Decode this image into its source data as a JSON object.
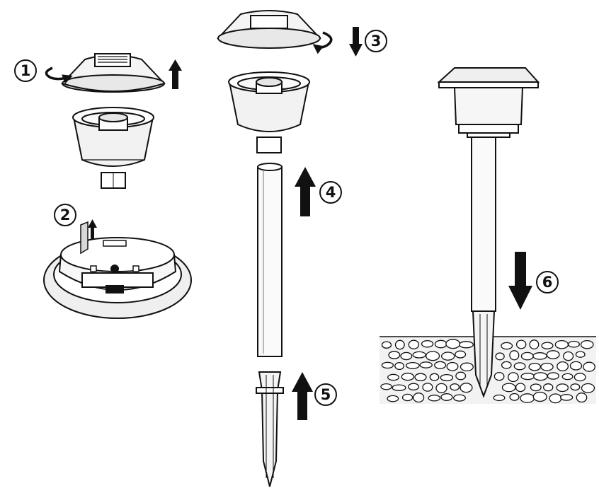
{
  "steps": [
    {
      "number": "1",
      "action": "rotate-up"
    },
    {
      "number": "2",
      "action": "pull-tab-up"
    },
    {
      "number": "3",
      "action": "rotate-down"
    },
    {
      "number": "4",
      "action": "up"
    },
    {
      "number": "5",
      "action": "up"
    },
    {
      "number": "6",
      "action": "down"
    }
  ],
  "colors": {
    "stroke": "#111111",
    "fill": "#ffffff",
    "shade": "#e6e6e6",
    "ground": "#f2f2f2"
  }
}
